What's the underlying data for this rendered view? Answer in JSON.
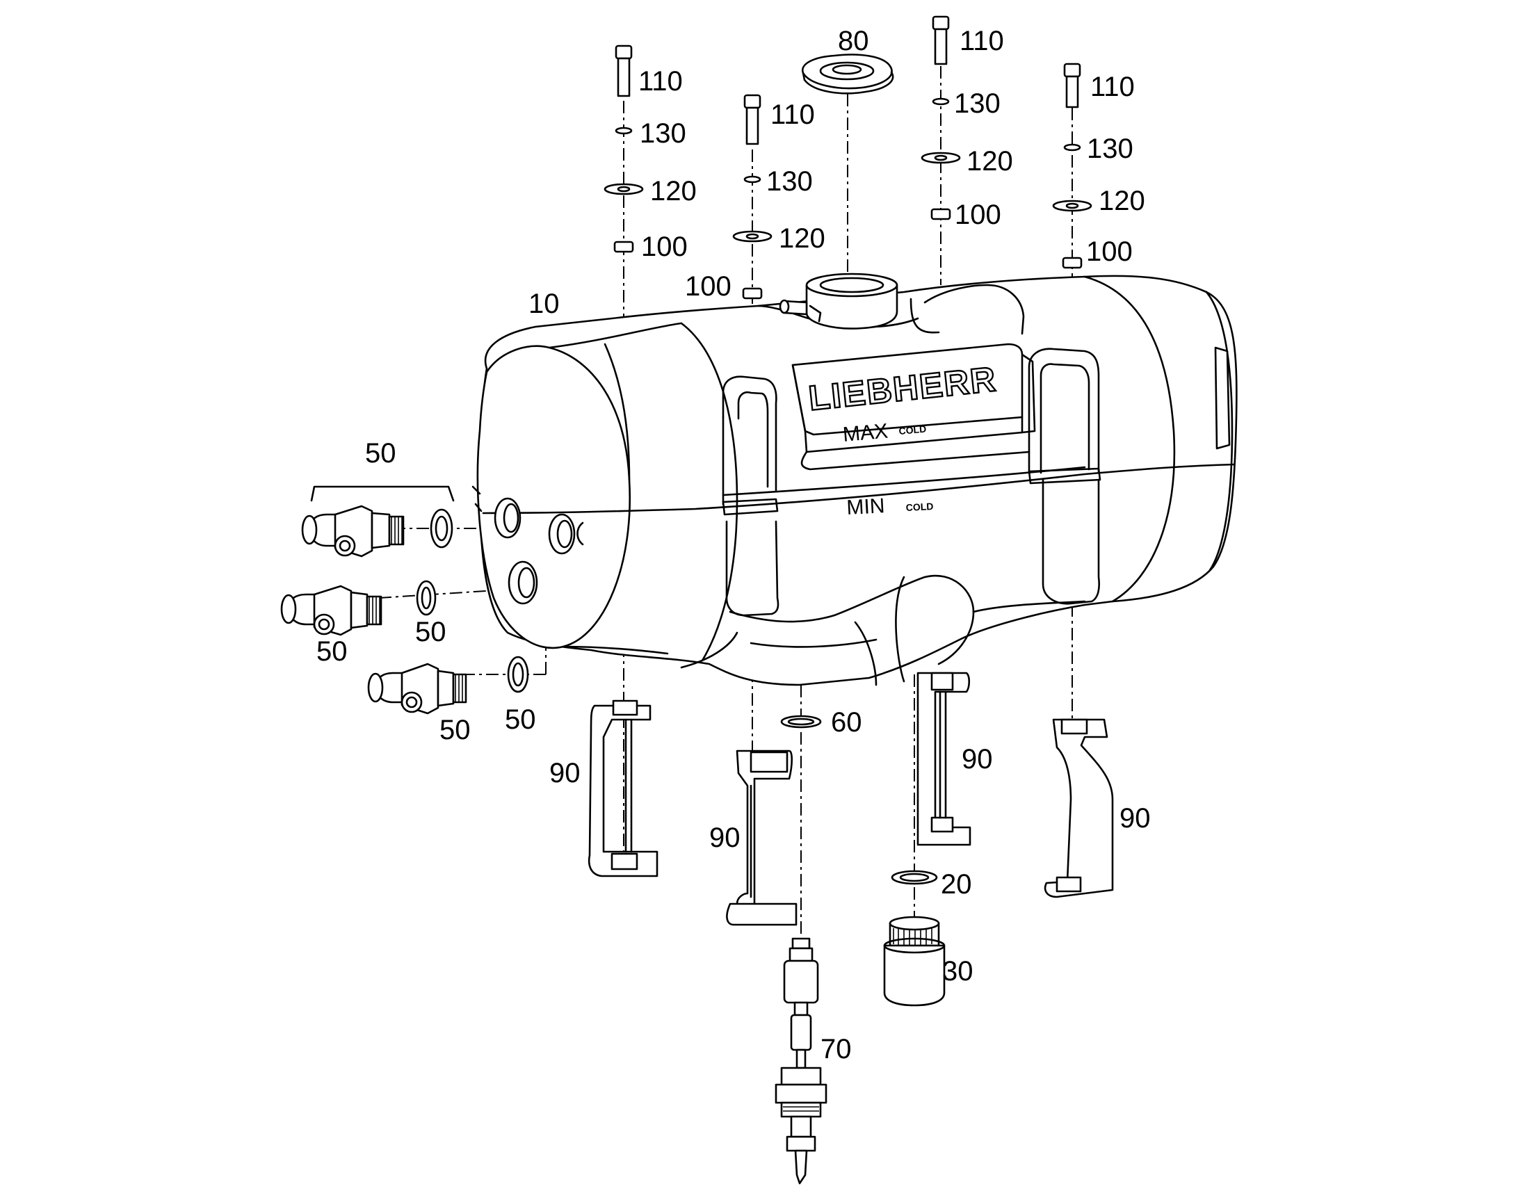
{
  "labels": {
    "tank": "10",
    "drain_seal": "20",
    "drain_plug": "30",
    "fittings": "50",
    "seal_60": "60",
    "sensor": "70",
    "cap": "80",
    "bracket": "90",
    "spacer": "100",
    "bolt": "110",
    "washer_120": "120",
    "washer_130": "130"
  },
  "markings": {
    "brand": "LIEBHERR",
    "max": "MAX",
    "min": "MIN",
    "cold": "COLD"
  }
}
